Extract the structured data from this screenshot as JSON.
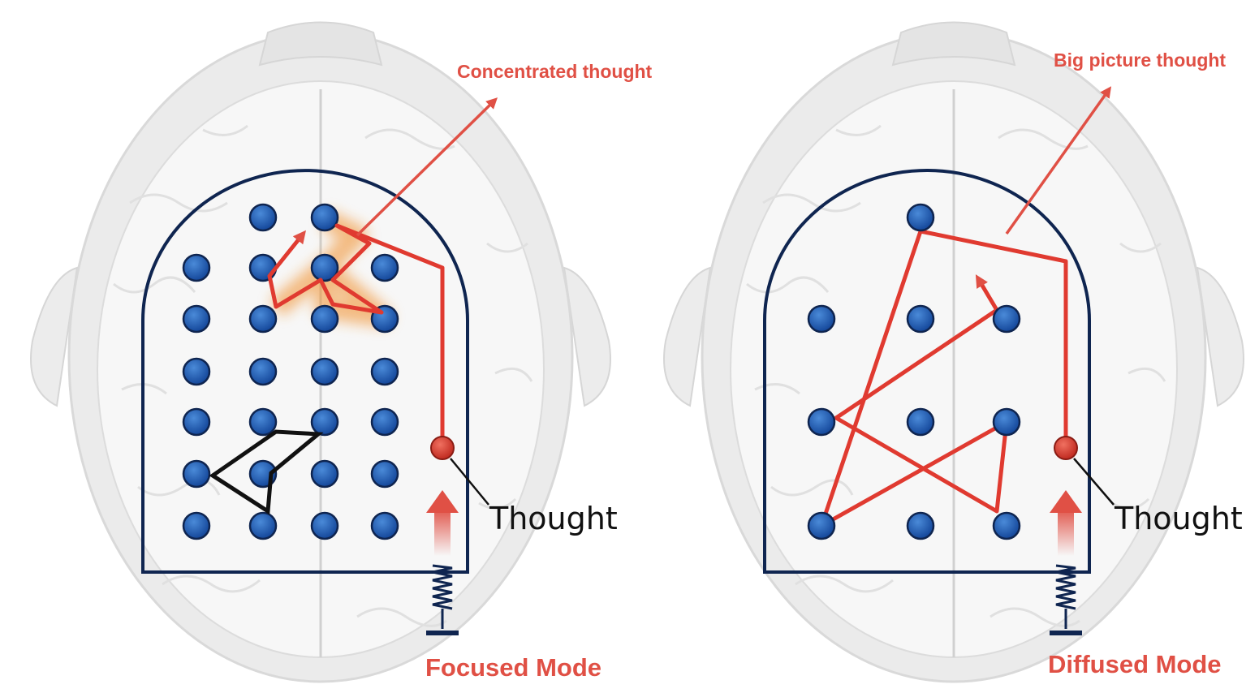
{
  "panels": [
    {
      "id": "focused",
      "mode_label": "Focused Mode",
      "output_label": "Concentrated thought",
      "thought_label": "Thought"
    },
    {
      "id": "diffused",
      "mode_label": "Diffused Mode",
      "output_label": "Big picture thought",
      "thought_label": "Thought"
    }
  ],
  "colors": {
    "accent_red": "#e05045",
    "frame_navy": "#0f2550",
    "dot_blue": "#1f5fb0",
    "brain_gray": "#e6e6e6"
  },
  "icons": [
    "brain-illustration",
    "spring-icon",
    "up-arrow-icon",
    "pinball-dot"
  ]
}
